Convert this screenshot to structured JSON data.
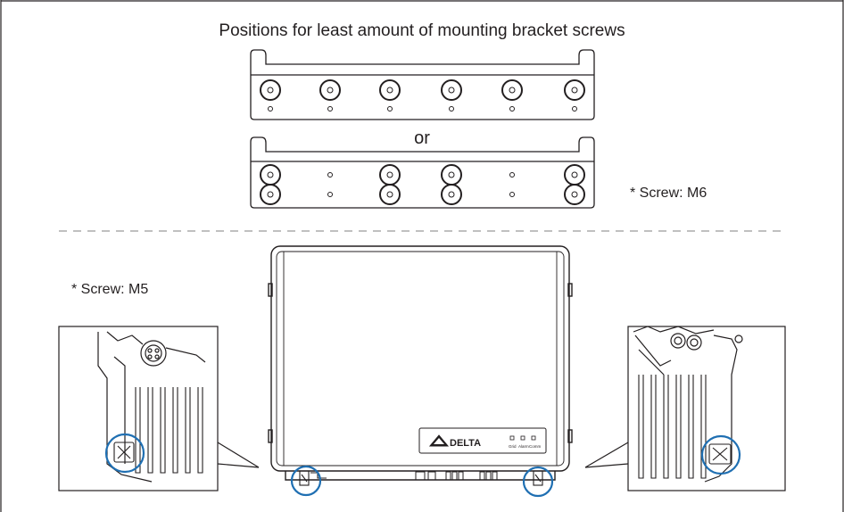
{
  "labels": {
    "title": "Positions for least amount of mounting bracket screws",
    "or": "or",
    "screw_m6": "* Screw: M6",
    "screw_m5": "* Screw: M5"
  },
  "device": {
    "brand_logo": "DELTA",
    "led_labels": [
      "Grid",
      "Alarm",
      "Comm"
    ]
  },
  "colors": {
    "line": "#231f20",
    "highlight": "#1f6fb2",
    "dashed": "#9a9a9a"
  }
}
